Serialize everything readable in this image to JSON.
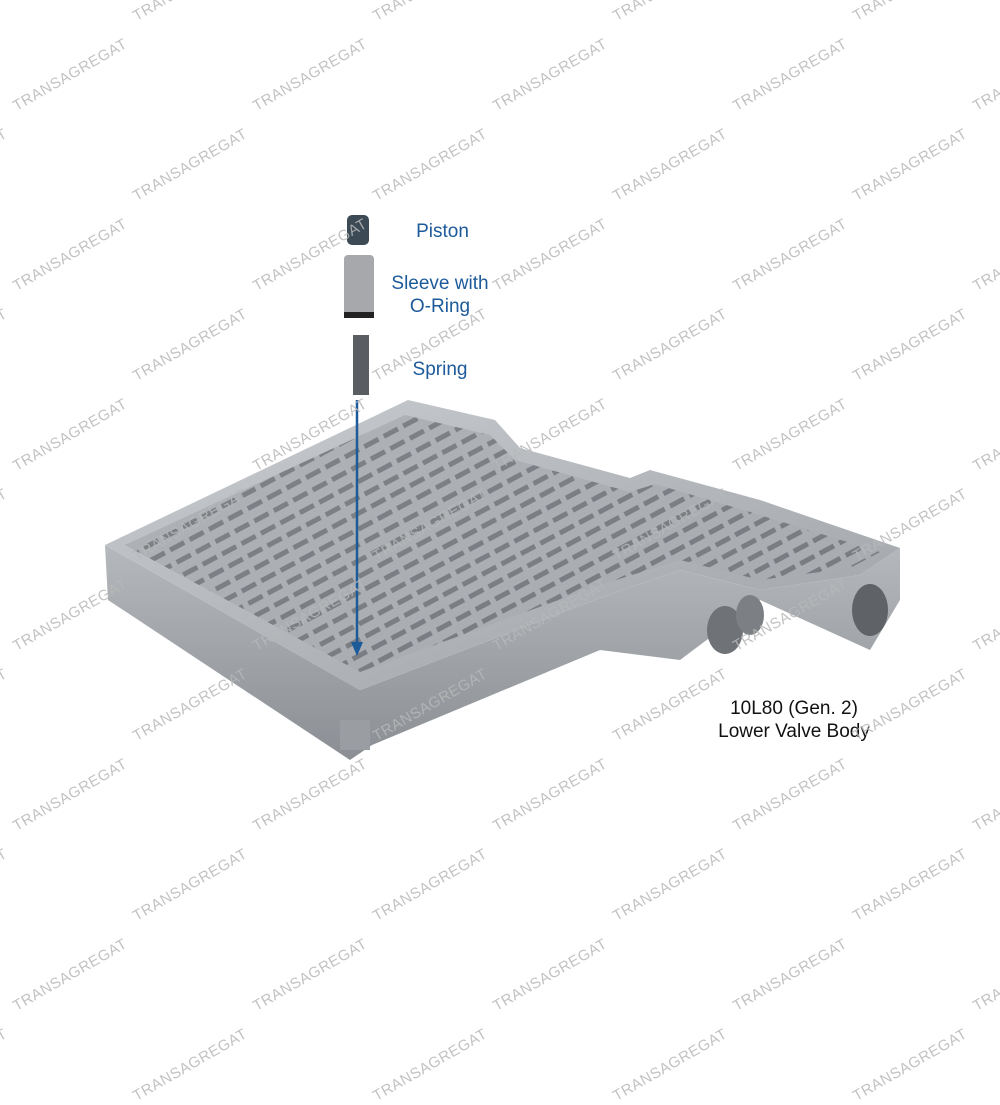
{
  "watermark": "TRANSAGREGAT",
  "labels": {
    "piston": "Piston",
    "sleeve_line1": "Sleeve with",
    "sleeve_line2": "O-Ring",
    "spring": "Spring"
  },
  "caption": {
    "line1": "10L80 (Gen. 2)",
    "line2": "Lower Valve Body"
  },
  "colors": {
    "label": "#1d5a9a",
    "arrow": "#1d5a9a"
  }
}
